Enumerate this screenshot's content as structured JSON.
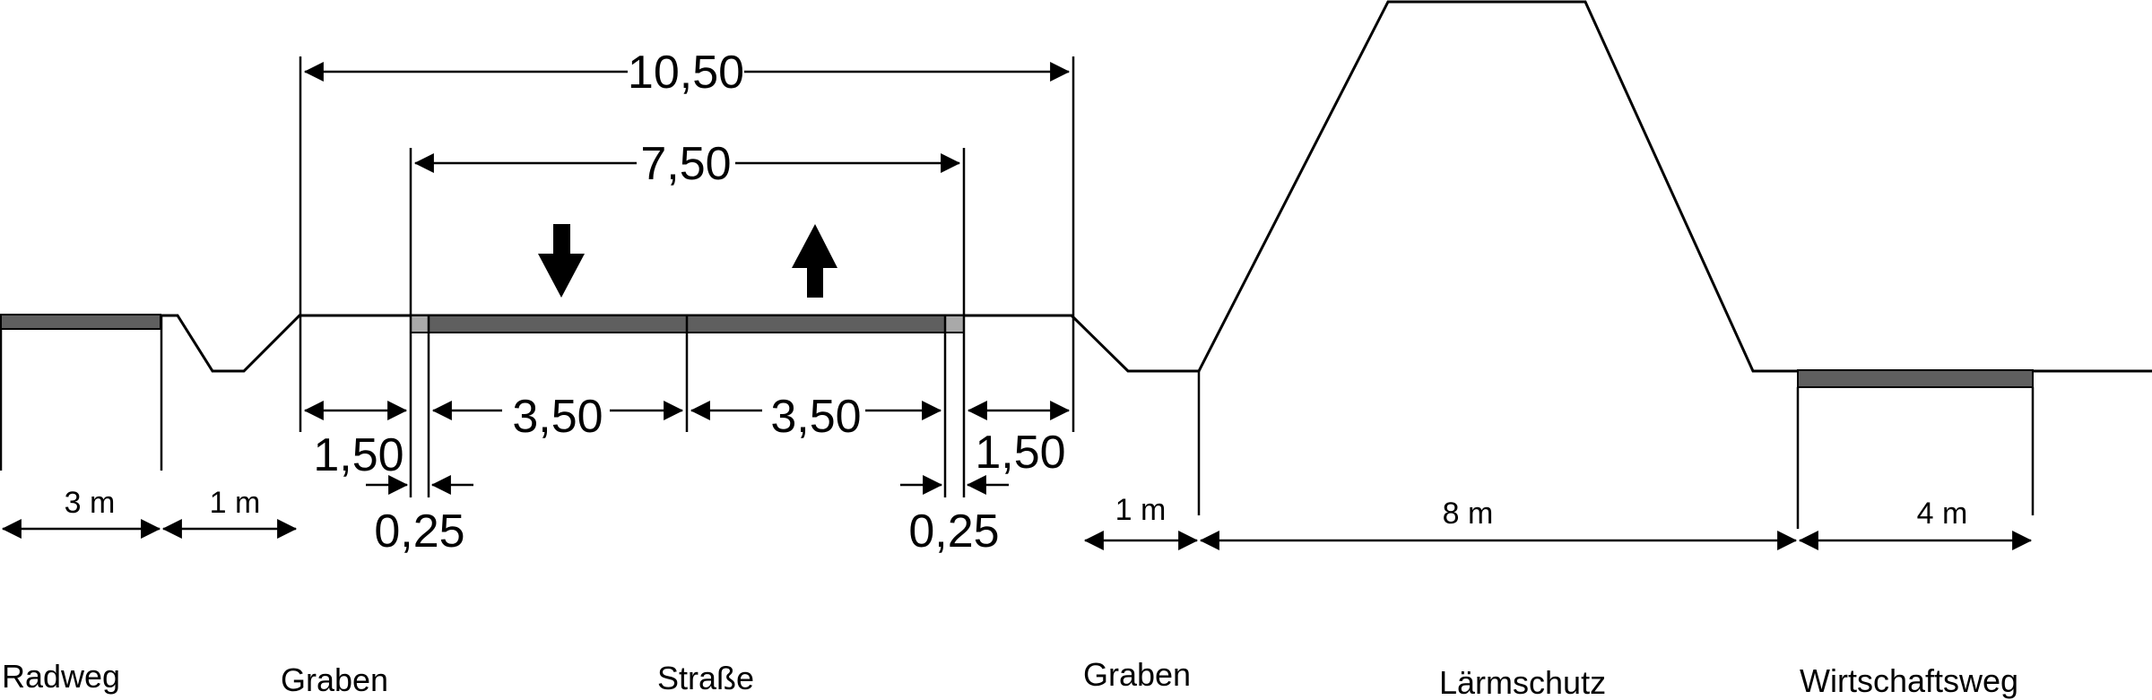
{
  "dimensions": {
    "total_width": "10,50",
    "carriageway_width": "7,50",
    "lane_left": "3,50",
    "lane_right": "3,50",
    "shoulder_left": "1,50",
    "shoulder_right": "1,50",
    "edge_strip_left": "0,25",
    "edge_strip_right": "0,25",
    "radweg_width": "3 m",
    "left_graben_width": "1 m",
    "right_graben_width": "1 m",
    "laermschutz_width": "8 m",
    "wirtschaftsweg_width": "4 m"
  },
  "labels": {
    "radweg": "Radweg",
    "graben_left": "Graben",
    "strasse": "Straße",
    "graben_right": "Graben",
    "laermschutz": "Lärmschutz",
    "wirtschaftsweg": "Wirtschaftsweg"
  },
  "colors": {
    "pavement": "#5f5f5f",
    "edge_strip": "#a9a9a9",
    "line": "#000000"
  }
}
